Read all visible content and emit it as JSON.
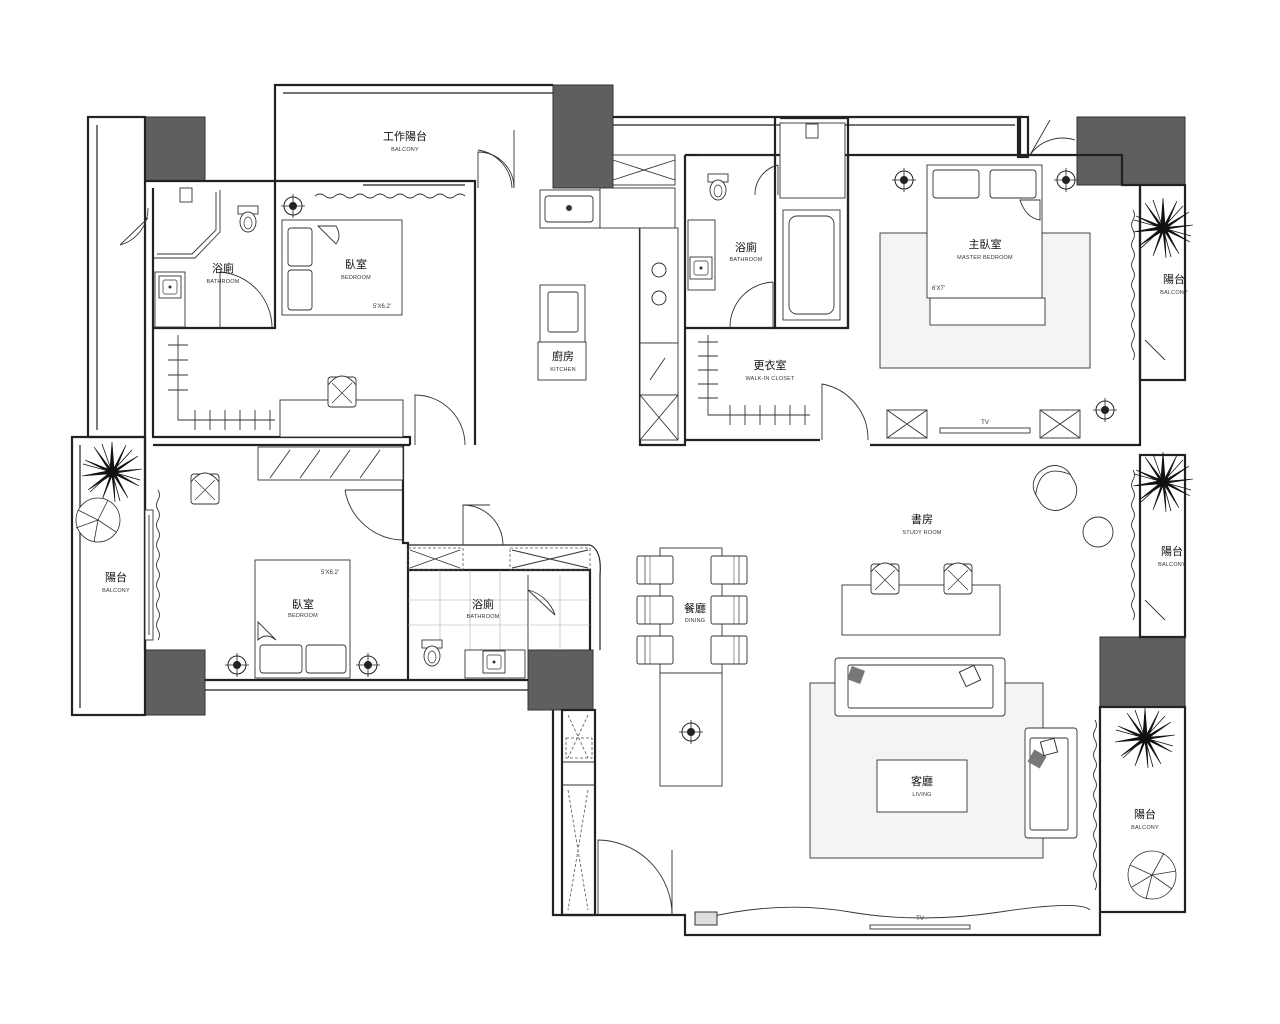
{
  "rooms": {
    "work_balcony": {
      "zh": "工作陽台",
      "en": "BALCONY"
    },
    "bathroom_nw": {
      "zh": "浴廁",
      "en": "BATHROOM"
    },
    "bedroom_n": {
      "zh": "臥室",
      "en": "BEDROOM",
      "dim": "5'X6.2'"
    },
    "kitchen": {
      "zh": "廚房",
      "en": "KITCHEN"
    },
    "bathroom_master": {
      "zh": "浴廁",
      "en": "BATHROOM"
    },
    "master_bedroom": {
      "zh": "主臥室",
      "en": "MASTER BEDROOM",
      "dim": "6'X7'"
    },
    "balcony_e1": {
      "zh": "陽台",
      "en": "BALCONY"
    },
    "walk_in_closet": {
      "zh": "更衣室",
      "en": "WALK-IN CLOSET"
    },
    "balcony_w": {
      "zh": "陽台",
      "en": "BALCONY"
    },
    "bedroom_s": {
      "zh": "臥室",
      "en": "BEDROOM",
      "dim": "5'X6.2'"
    },
    "bathroom_mid": {
      "zh": "浴廁",
      "en": "BATHROOM"
    },
    "dining": {
      "zh": "餐廳",
      "en": "DINING"
    },
    "study_room": {
      "zh": "書房",
      "en": "STUDY ROOM"
    },
    "balcony_e2": {
      "zh": "陽台",
      "en": "BALCONY"
    },
    "living": {
      "zh": "客廳",
      "en": "LIVING"
    },
    "balcony_e3": {
      "zh": "陽台",
      "en": "BALCONY"
    }
  },
  "tv_labels": {
    "master": "TV",
    "living": "TV"
  },
  "colors": {
    "column": "#5f5f62",
    "wall": "#222222",
    "rug": "#f4f4f4"
  }
}
